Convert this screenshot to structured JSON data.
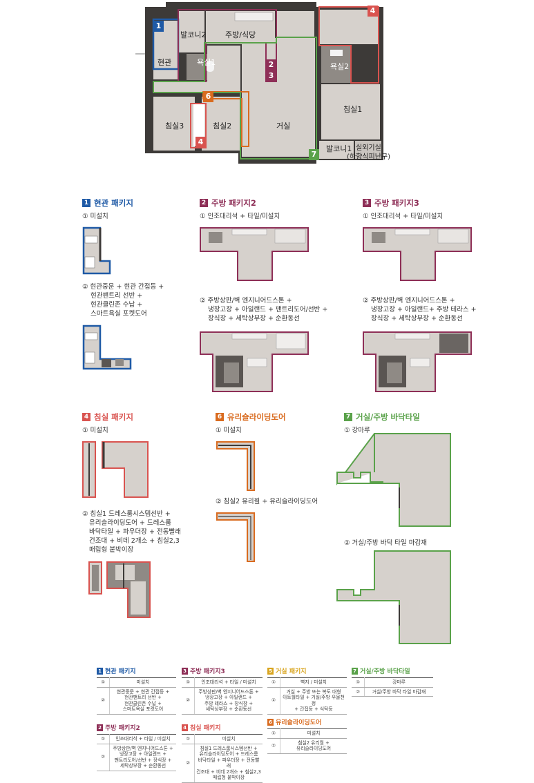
{
  "colors": {
    "blue": "#1f5aa6",
    "maroon": "#8e2f57",
    "red": "#d9534f",
    "orange": "#d96b1f",
    "green": "#5aa24a",
    "wall": "#3d3a38",
    "floor": "#d6d1cc",
    "bath": "#8f8a85"
  },
  "plan": {
    "rooms": {
      "balcony2": "발코니2",
      "kitchen_dining": "주방/식당",
      "entrance": "현관",
      "bath1": "욕실1",
      "bath2": "욕실2",
      "bedroom1": "침실1",
      "bedroom2": "침실2",
      "bedroom3": "침실3",
      "living": "거실",
      "balcony1": "발코니1",
      "outdoor_unit": "실외기실",
      "outdoor_unit_sub": "(하향식피난구)"
    },
    "tags": [
      "1",
      "2",
      "3",
      "4",
      "4",
      "6",
      "7"
    ]
  },
  "packages": {
    "p1": {
      "badge": "1",
      "title": "현관 패키지",
      "opt1": "① 미설치",
      "opt2": [
        "② 현관중문 + 현관 간접등 +",
        "현관팬트리 선반 +",
        "현관클린존 수납 +",
        "스마트욕실 포켓도어"
      ]
    },
    "p2": {
      "badge": "2",
      "title": "주방 패키지2",
      "opt1": "① 인조대리석 + 타일/미설치",
      "opt2": [
        "② 주방상판/벽 엔지니어드스톤 +",
        "냉장고장 + 아일랜드 + 팬트리도어/선반 +",
        "장식장 + 세탁상부장 + 순환동선"
      ]
    },
    "p3": {
      "badge": "3",
      "title": "주방 패키지3",
      "opt1": "① 인조대리석 + 타일/미설치",
      "opt2": [
        "② 주방상판/벽 엔지니어드스톤 +",
        "냉장고장 + 아일랜드+ 주방 테라스 +",
        "장식장 + 세탁상부장 + 순환동선"
      ]
    },
    "p4": {
      "badge": "4",
      "title": "침실 패키지",
      "opt1": "① 미설치",
      "opt2": [
        "② 침실1 드레스룸시스템선반 +",
        "유리슬라이딩도어 + 드레스룸",
        "바닥타일 + 파우더장 + 전동빨래",
        "건조대 + 비데 2개소 + 침실2,3",
        "매립형 붙박이장"
      ]
    },
    "p6": {
      "badge": "6",
      "title": "유리슬라이딩도어",
      "opt1": "① 미설치",
      "opt2": [
        "② 침실2 유리월 + 유리슬라이딩도어"
      ]
    },
    "p7": {
      "badge": "7",
      "title": "거실/주방 바닥타일",
      "opt1": "① 강마루",
      "opt2": [
        "② 거실/주방 바닥 타일 마감재"
      ]
    }
  },
  "summary": {
    "t1": {
      "badge": "1",
      "title": "현관 패키지",
      "rows": [
        {
          "n": "①",
          "text": [
            "미설치"
          ]
        },
        {
          "n": "②",
          "text": [
            "현관중문 + 현관 간접등 +",
            "현관팬트리 선반 +",
            "현관클린존 수납 +",
            "스마트욕실 포켓도어"
          ]
        }
      ]
    },
    "t2": {
      "badge": "2",
      "title": "주방 패키지2",
      "rows": [
        {
          "n": "①",
          "text": [
            "인조대리석 + 타일 / 미설치"
          ]
        },
        {
          "n": "②",
          "text": [
            "주방상판/벽 엔지니어드스톤 +",
            "냉장고장 + 아일랜드 +",
            "팬트리도어/선반 + 장식장 +",
            "세탁상부장 + 순환동선"
          ]
        }
      ]
    },
    "t3": {
      "badge": "3",
      "title": "주방 패키지3",
      "rows": [
        {
          "n": "①",
          "text": [
            "인조대리석 + 타일 / 미설치"
          ]
        },
        {
          "n": "②",
          "text": [
            "주방상판/벽 엔지니어드스톤 +",
            "냉장고장 + 아일랜드 +",
            "주방 테라스 + 장식장 +",
            "세탁상부장 + 순환동선"
          ]
        }
      ]
    },
    "t4": {
      "badge": "4",
      "title": "침실 패키지",
      "rows": [
        {
          "n": "①",
          "text": [
            "미설치"
          ]
        },
        {
          "n": "②",
          "text": [
            "침실1 드레스룸시스템선반 +",
            "유리슬라이딩도어 + 드레스룸",
            "바닥타일 + 파우더장 + 전동빨래",
            "건조대 + 비데 2개소 + 침실2,3",
            "매립형 붙박이장"
          ]
        }
      ]
    },
    "t5": {
      "badge": "5",
      "title": "거실 패키지",
      "rows": [
        {
          "n": "①",
          "text": [
            "벽지 / 미설치"
          ]
        },
        {
          "n": "②",
          "text": [
            "거실 + 주방 또는 복도 대형",
            "아트월타일 + 거실/주방 우물천정",
            "+ 간접등 + 식탁등"
          ]
        }
      ]
    },
    "t6": {
      "badge": "6",
      "title": "유리슬라이딩도어",
      "rows": [
        {
          "n": "①",
          "text": [
            "미설치"
          ]
        },
        {
          "n": "②",
          "text": [
            "침실2 유리월 +",
            "유리슬라이딩도어"
          ]
        }
      ]
    },
    "t7": {
      "badge": "7",
      "title": "거실/주방 바닥타일",
      "rows": [
        {
          "n": "①",
          "text": [
            "강마루"
          ]
        },
        {
          "n": "②",
          "text": [
            "거실/주방 바닥 타일 마감재"
          ]
        }
      ]
    }
  }
}
